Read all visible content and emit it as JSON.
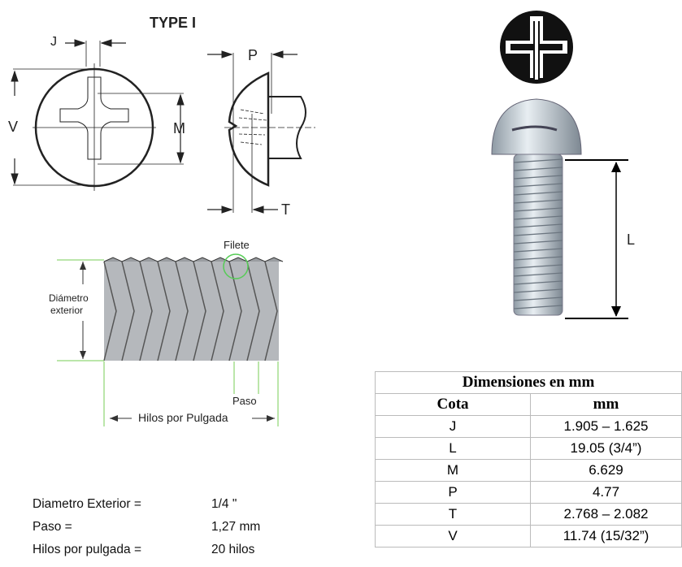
{
  "diagram": {
    "title": "TYPE I",
    "labels": {
      "J": "J",
      "V": "V",
      "M": "M",
      "P": "P",
      "T": "T",
      "L": "L"
    },
    "thread": {
      "filete": "Filete",
      "diametro": "Diámetro",
      "exterior": "exterior",
      "paso": "Paso",
      "hilos": "Hilos por Pulgada"
    }
  },
  "specs": [
    {
      "label": "Diametro Exterior =",
      "value": "1/4 \""
    },
    {
      "label": "Paso =",
      "value": "1,27 mm"
    },
    {
      "label": "Hilos por pulgada =",
      "value": "20 hilos"
    }
  ],
  "table": {
    "title": "Dimensiones en mm",
    "headers": [
      "Cota",
      "mm"
    ],
    "rows": [
      [
        "J",
        "1.905 – 1.625"
      ],
      [
        "L",
        "19.05 (3/4”)"
      ],
      [
        "M",
        "6.629"
      ],
      [
        "P",
        "4.77"
      ],
      [
        "T",
        "2.768 – 2.082"
      ],
      [
        "V",
        "11.74 (15/32”)"
      ]
    ]
  }
}
